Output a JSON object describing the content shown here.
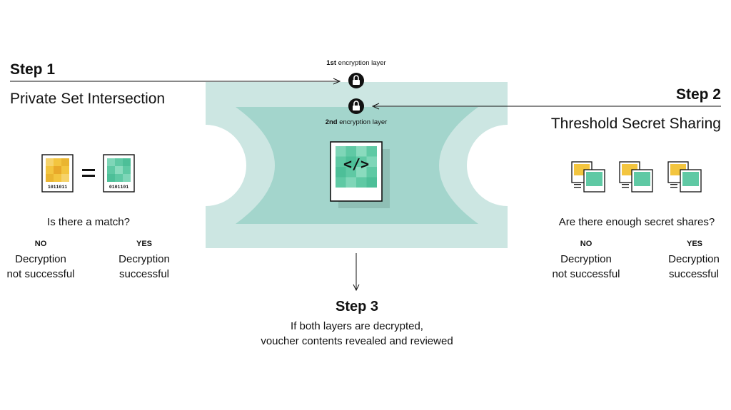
{
  "step1": {
    "title": "Step 1",
    "heading": "Private Set Intersection",
    "card_left_binary": "1011011",
    "card_right_binary": "0101101",
    "equals": "=",
    "question": "Is there a match?",
    "no_label": "NO",
    "no_text_1": "Decryption",
    "no_text_2": "not successful",
    "yes_label": "YES",
    "yes_text_1": "Decryption",
    "yes_text_2": "successful"
  },
  "step2": {
    "title": "Step 2",
    "heading": "Threshold Secret Sharing",
    "question": "Are there enough secret shares?",
    "no_label": "NO",
    "no_text_1": "Decryption",
    "no_text_2": "not successful",
    "yes_label": "YES",
    "yes_text_1": "Decryption",
    "yes_text_2": "successful"
  },
  "layers": {
    "first_bold": "1st",
    "first_rest": " encryption layer",
    "second_bold": "2nd",
    "second_rest": " encryption layer"
  },
  "voucher": {
    "code_symbol": "</>"
  },
  "step3": {
    "title": "Step 3",
    "line1": "If both layers are decrypted,",
    "line2": "voucher contents revealed and reviewed"
  },
  "colors": {
    "outer_teal": "#cce6e2",
    "inner_teal": "#a3d5cc",
    "green": "#5fc9a4",
    "yellow": "#f3c53f"
  }
}
